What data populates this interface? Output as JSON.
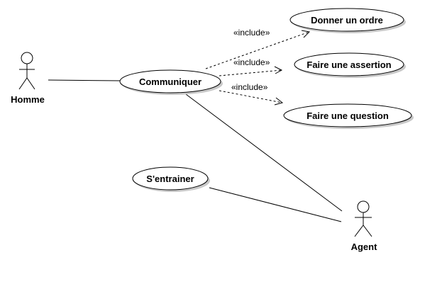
{
  "actors": [
    {
      "id": "homme",
      "label": "Homme"
    },
    {
      "id": "agent",
      "label": "Agent"
    }
  ],
  "use_cases": [
    {
      "id": "communiquer",
      "label": "Communiquer"
    },
    {
      "id": "donner",
      "label": "Donner un ordre"
    },
    {
      "id": "assertion",
      "label": "Faire une assertion"
    },
    {
      "id": "question",
      "label": "Faire une question"
    },
    {
      "id": "entrainer",
      "label": "S'entrainer"
    }
  ],
  "relations": [
    {
      "type": "include",
      "label": "«include»"
    },
    {
      "type": "include",
      "label": "«include»"
    },
    {
      "type": "include",
      "label": "«include»"
    }
  ]
}
